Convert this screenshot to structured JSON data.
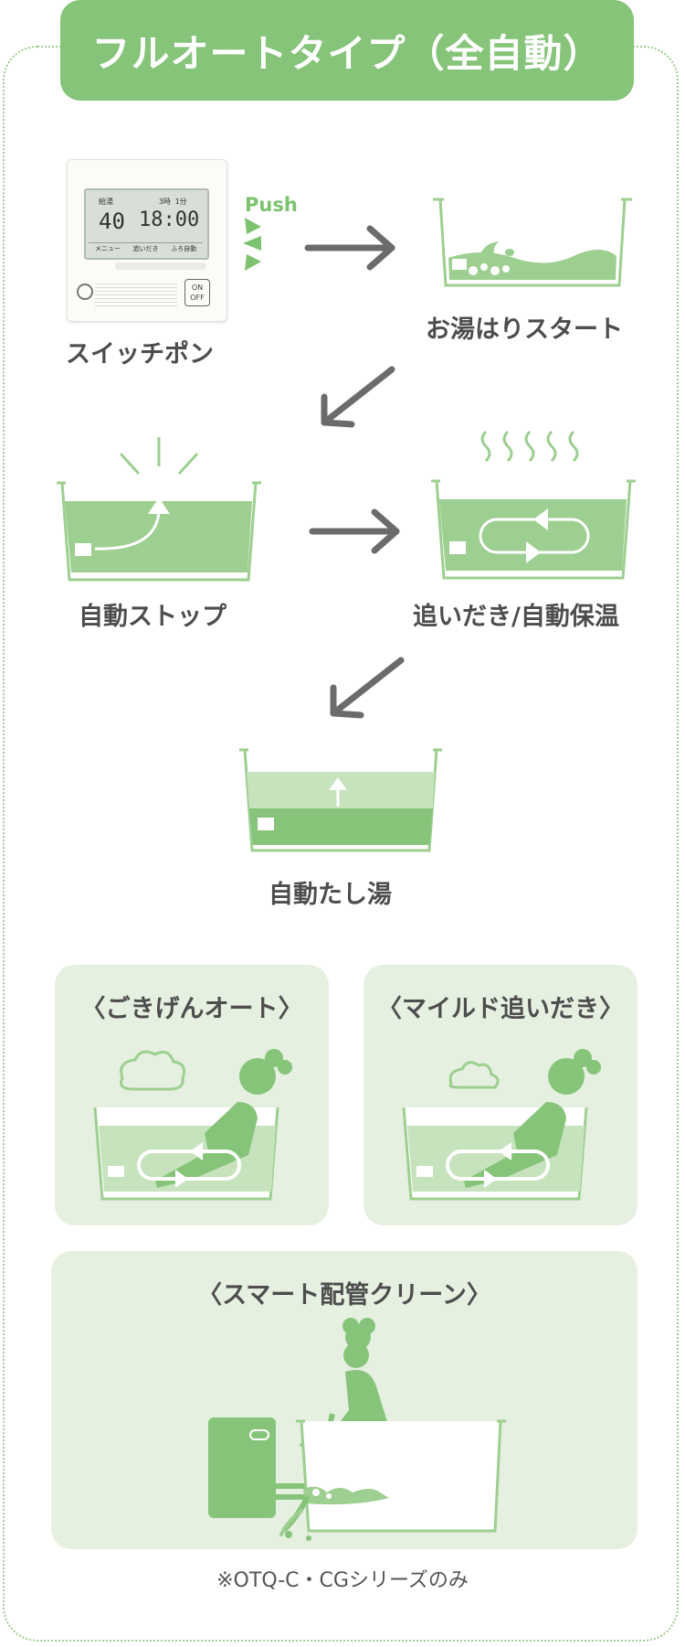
{
  "header": {
    "title": "フルオートタイプ（全自動）"
  },
  "remote": {
    "push_label": "Push",
    "screen_temp": "40",
    "screen_time": "18:00",
    "button_on": "ON",
    "button_off": "OFF",
    "menu_items": [
      "メニュー",
      "追いだき",
      "ふろ自動"
    ]
  },
  "steps": {
    "switch_on": "スイッチポン",
    "fill_start": "お湯はりスタート",
    "auto_stop": "自動ストップ",
    "reheat_keepwarm": "追いだき/自動保温",
    "auto_addwater": "自動たし湯"
  },
  "features": {
    "gokigen_auto": "〈ごきげんオート〉",
    "mild_reheat": "〈マイルド追いだき〉",
    "smart_pipe_clean": "〈スマート配管クリーン〉"
  },
  "footnote": "※OTQ-C・CGシリーズのみ",
  "colors": {
    "accent_green": "#86c47a",
    "water_green": "#9dcf90",
    "light_green": "#c6e3bd",
    "panel_bg": "#e6f0e1",
    "arrow_gray": "#6b6b6b"
  }
}
